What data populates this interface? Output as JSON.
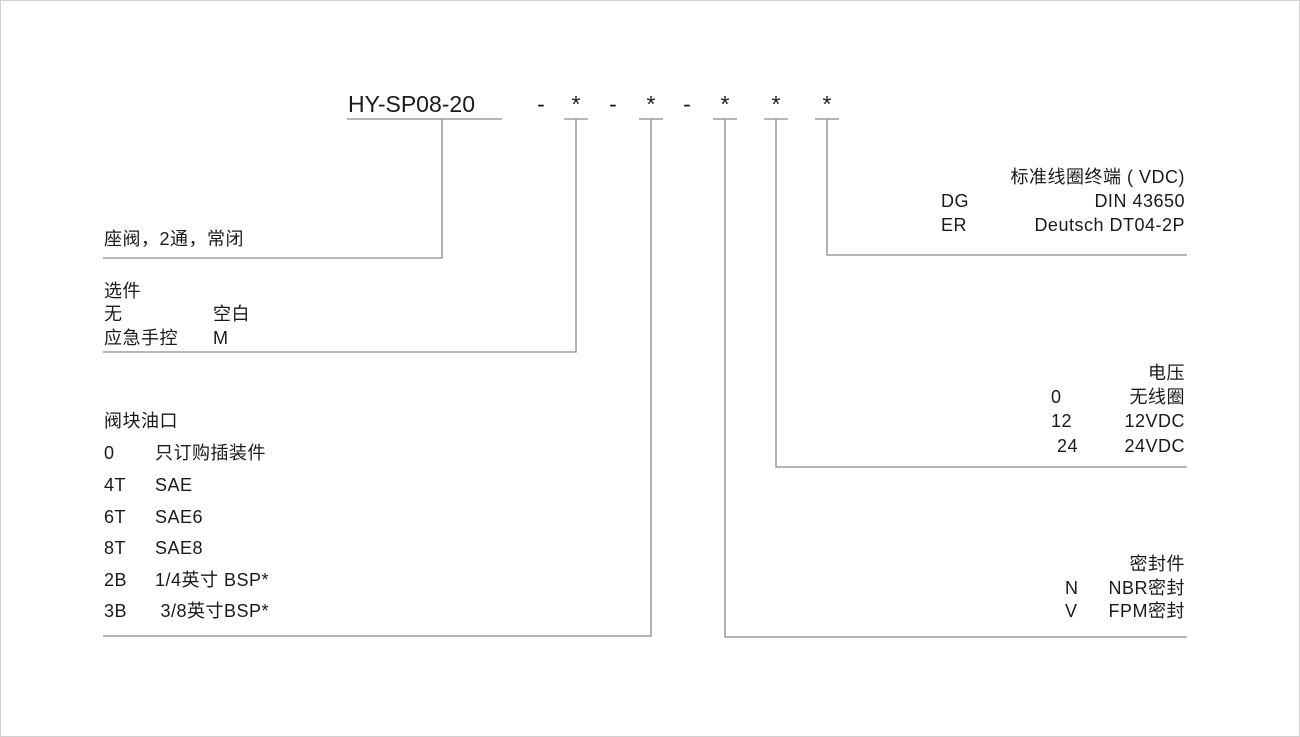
{
  "code": {
    "model": "HY-SP08-20",
    "separators": [
      "-",
      "-",
      "-"
    ],
    "placeholders": [
      "*",
      "*",
      "*",
      "*",
      "*"
    ]
  },
  "type": {
    "label": "座阀，2通，常闭"
  },
  "options": {
    "title": "选件",
    "rows": [
      {
        "name": "无",
        "code": "空白"
      },
      {
        "name": "应急手控",
        "code": "M"
      }
    ]
  },
  "ports": {
    "title": "阀块油口",
    "rows": [
      {
        "code": "0",
        "desc": "只订购插装件"
      },
      {
        "code": "4T",
        "desc": "SAE"
      },
      {
        "code": "6T",
        "desc": "SAE6"
      },
      {
        "code": "8T",
        "desc": "SAE8"
      },
      {
        "code": "2B",
        "desc": "1/4英寸 BSP*"
      },
      {
        "code": "3B",
        "desc": " 3/8英寸BSP*"
      }
    ]
  },
  "coil_terminal": {
    "title": "标准线圈终端 ( VDC)",
    "rows": [
      {
        "code": "DG",
        "desc": "DIN 43650"
      },
      {
        "code": "ER",
        "desc": "Deutsch DT04-2P"
      }
    ]
  },
  "voltage": {
    "title": "电压",
    "rows": [
      {
        "code": "0",
        "desc": "无线圈"
      },
      {
        "code": "12",
        "desc": "12VDC"
      },
      {
        "code": "24",
        "desc": "24VDC"
      }
    ]
  },
  "seals": {
    "title": "密封件",
    "rows": [
      {
        "code": "N",
        "desc": "NBR密封"
      },
      {
        "code": "V",
        "desc": "FPM密封"
      }
    ]
  }
}
